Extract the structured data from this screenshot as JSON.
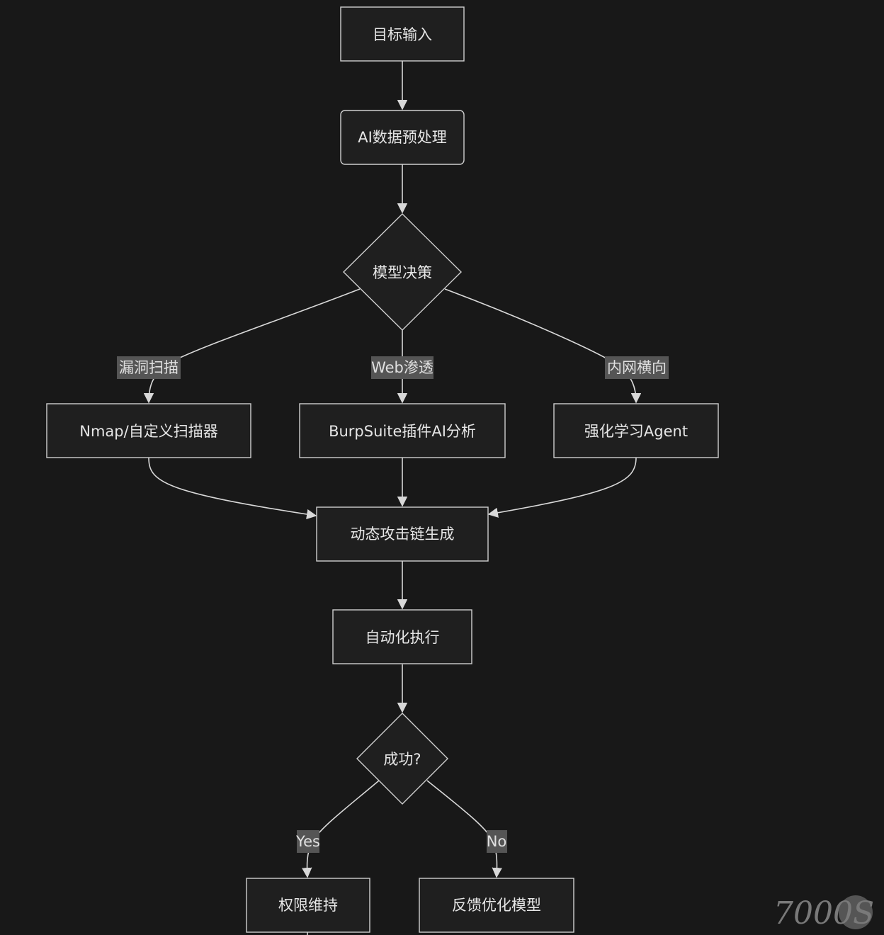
{
  "nodes": {
    "target_input": "目标输入",
    "ai_preprocess": "AI数据预处理",
    "model_decision": "模型决策",
    "nmap_scanner": "Nmap/自定义扫描器",
    "burpsuite_ai": "BurpSuite插件AI分析",
    "rl_agent": "强化学习Agent",
    "attack_chain": "动态攻击链生成",
    "auto_exec": "自动化执行",
    "success": "成功?",
    "persistence": "权限维持",
    "feedback": "反馈优化模型"
  },
  "edge_labels": {
    "vuln_scan": "漏洞扫描",
    "web_pentest": "Web渗透",
    "lateral": "内网横向",
    "yes": "Yes",
    "no": "No"
  },
  "watermark": {
    "text": "7000S"
  },
  "colors": {
    "background": "#181818",
    "node_fill": "#1f1f1f",
    "node_stroke": "#cfcfcf",
    "edge": "#d8d8d8",
    "label_bg": "#555555",
    "text": "#e6e6e6"
  }
}
